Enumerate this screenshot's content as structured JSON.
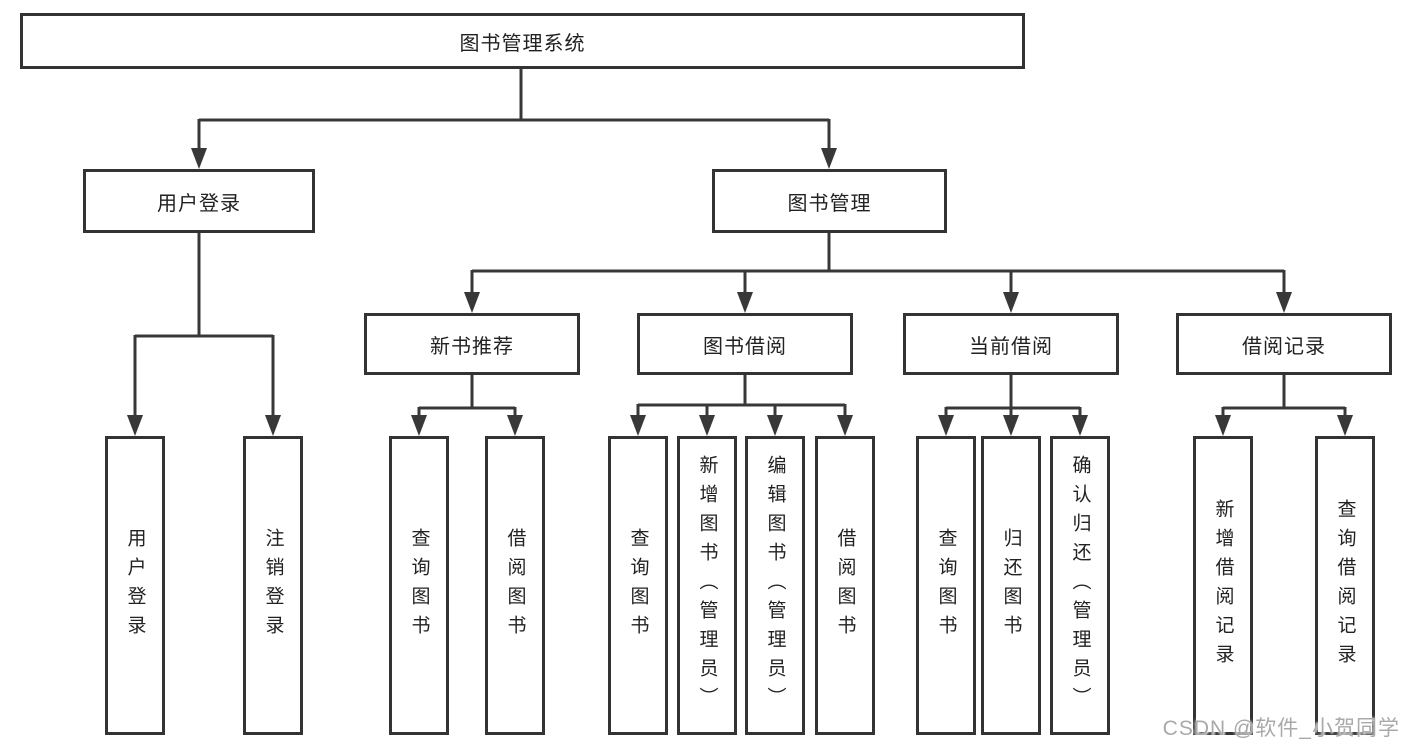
{
  "diagram_type": "functional-structure-tree",
  "colors": {
    "line": "#383838",
    "box_border": "#333333",
    "text": "#222222",
    "background": "#ffffff",
    "watermark": "#a9a9a9"
  },
  "tree": {
    "label": "图书管理系统",
    "children": [
      {
        "label": "用户登录",
        "children": [
          {
            "label": "用户登录"
          },
          {
            "label": "注销登录"
          }
        ]
      },
      {
        "label": "图书管理",
        "children": [
          {
            "label": "新书推荐",
            "children": [
              {
                "label": "查询图书"
              },
              {
                "label": "借阅图书"
              }
            ]
          },
          {
            "label": "图书借阅",
            "children": [
              {
                "label": "查询图书"
              },
              {
                "label": "新增图书（管理员）"
              },
              {
                "label": "编辑图书（管理员）"
              },
              {
                "label": "借阅图书"
              }
            ]
          },
          {
            "label": "当前借阅",
            "children": [
              {
                "label": "查询图书"
              },
              {
                "label": "归还图书"
              },
              {
                "label": "确认归还（管理员）"
              }
            ]
          },
          {
            "label": "借阅记录",
            "children": [
              {
                "label": "新增借阅记录"
              },
              {
                "label": "查询借阅记录"
              }
            ]
          }
        ]
      }
    ]
  },
  "watermark": {
    "text": "CSDN @软件_小贺同学"
  }
}
